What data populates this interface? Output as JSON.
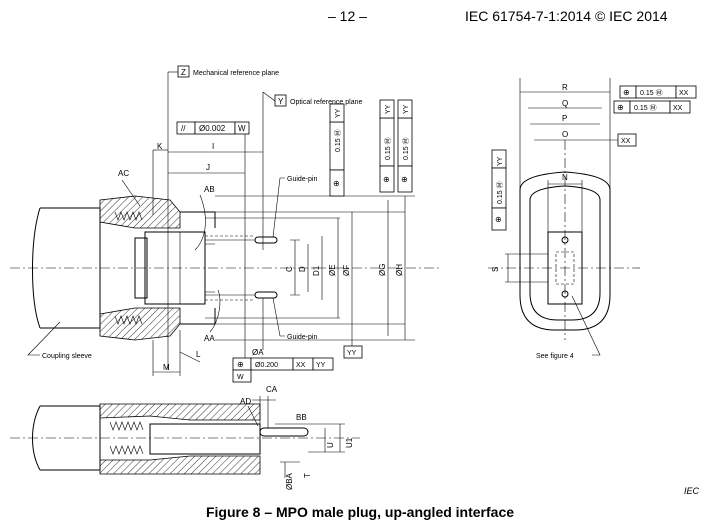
{
  "header": {
    "page_number": "– 12 –",
    "document_id": "IEC 61754-7-1:2014 © IEC 2014"
  },
  "drawing": {
    "datum_z_letter": "Z",
    "datum_z_label": "Mechanical reference plane",
    "datum_y_letter": "Y",
    "datum_y_label": "Optical reference plane",
    "parallelism_symbol": "//",
    "parallelism_value": "Ø0.002",
    "parallelism_datum": "W",
    "tol_015_m": "0.15 Ⓜ",
    "tol_yy": "YY",
    "tol_xx": "XX",
    "position_symbol": "⊕",
    "guide_pin_top": "Guide-pin",
    "guide_pin_bottom": "Guide-pin",
    "coupling_sleeve": "Coupling sleeve",
    "see_figure": "See figure 4",
    "bottom_fcf_value": "Ø0.200",
    "bottom_fcf_d1": "XX",
    "bottom_fcf_d2": "YY",
    "datum_w": "W",
    "datum_yy": "YY",
    "datum_xx": "XX",
    "dims": {
      "K": "K",
      "I": "I",
      "J": "J",
      "AC": "AC",
      "AB": "AB",
      "C": "C",
      "D": "D",
      "D1": "D1",
      "OE": "ØE",
      "OF": "ØF",
      "OG": "ØG",
      "OH": "ØH",
      "AA": "AA",
      "L": "L",
      "M": "M",
      "OA": "ØA",
      "R": "R",
      "Q": "Q",
      "P": "P",
      "O": "O",
      "N": "N",
      "S": "S",
      "CA": "CA",
      "AD": "AD",
      "BB": "BB",
      "U": "U",
      "U1": "U1",
      "T": "T",
      "OBA": "ØBA"
    }
  },
  "iec_mark": "IEC",
  "caption": "Figure 8 – MPO male plug, up-angled interface"
}
